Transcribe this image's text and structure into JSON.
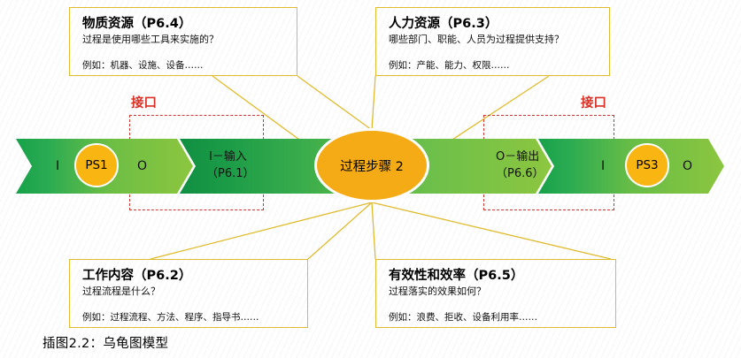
{
  "caption": "插图2.2：乌龟图模型",
  "boxes": {
    "material": {
      "title": "物质资源（P6.4）",
      "question": "过程是使用哪些工具来实施的？",
      "example": "例如：机器、设施、设备……"
    },
    "human": {
      "title": "人力资源（P6.3）",
      "question": "哪些部门、职能、人员为过程提供支持？",
      "example": "例如：产能、能力、权限……"
    },
    "work": {
      "title": "工作内容（P6.2）",
      "question": "过程流程是什么？",
      "example": "例如：过程流程、方法、程序、指导书……"
    },
    "effect": {
      "title": "有效性和效率（P6.5）",
      "question": "过程落实的效果如何？",
      "example": "例如：浪费、拒收、设备利用率……"
    }
  },
  "interface": {
    "left_label": "接口",
    "right_label": "接口"
  },
  "band": {
    "ps1": {
      "in_letter": "I",
      "node_label": "PS1",
      "out_letter": "O"
    },
    "input": {
      "line1": "I－输入",
      "line2": "（P6.1）"
    },
    "output": {
      "line1": "O－输出",
      "line2": "（P6.6）"
    },
    "ps3": {
      "in_letter": "I",
      "node_label": "PS3",
      "out_letter": "O"
    },
    "process": {
      "label": "过程步骤 2"
    }
  },
  "colors": {
    "connector_line": "#e0bb2e",
    "box_border": "#e0bb2e",
    "interface_red": "#d0342c",
    "ellipse_fill": "#f5ab15",
    "band_green_dark": "#0f8f41",
    "band_green_light": "#8cc63f"
  }
}
